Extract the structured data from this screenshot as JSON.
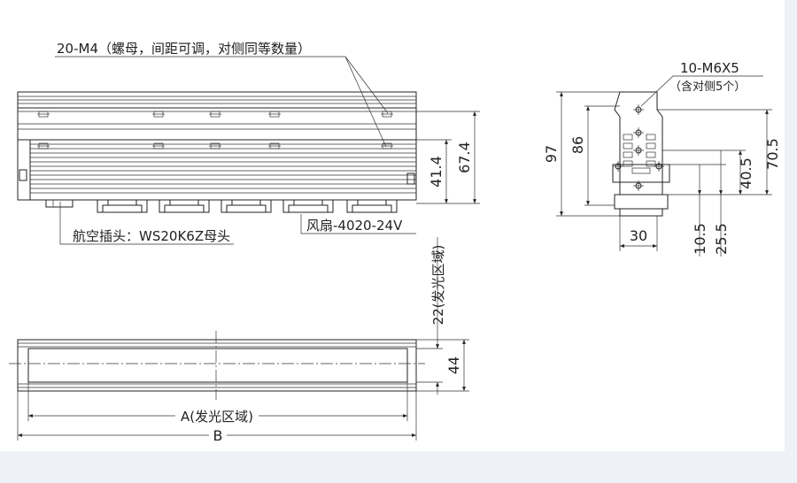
{
  "labels": {
    "nut_note": "20-M4（螺母，间距可调，对侧同等数量）",
    "screw_note": "10-M6X5",
    "screw_note_sub": "（含对侧5个）",
    "connector_note": "航空插头：WS20K6Z母头",
    "fan_note": "风扇-4020-24V",
    "emit_width": "22(发光区域)",
    "length_a": "A(发光区域)",
    "length_b": "B"
  },
  "dimensions": {
    "h_41_4": "41.4",
    "h_67_4": "67.4",
    "h_97": "97",
    "h_86": "86",
    "h_70_5": "70.5",
    "h_40_5": "40.5",
    "w_30": "30",
    "v_10_5": "10.5",
    "v_25_5": "25.5",
    "h_44": "44"
  }
}
